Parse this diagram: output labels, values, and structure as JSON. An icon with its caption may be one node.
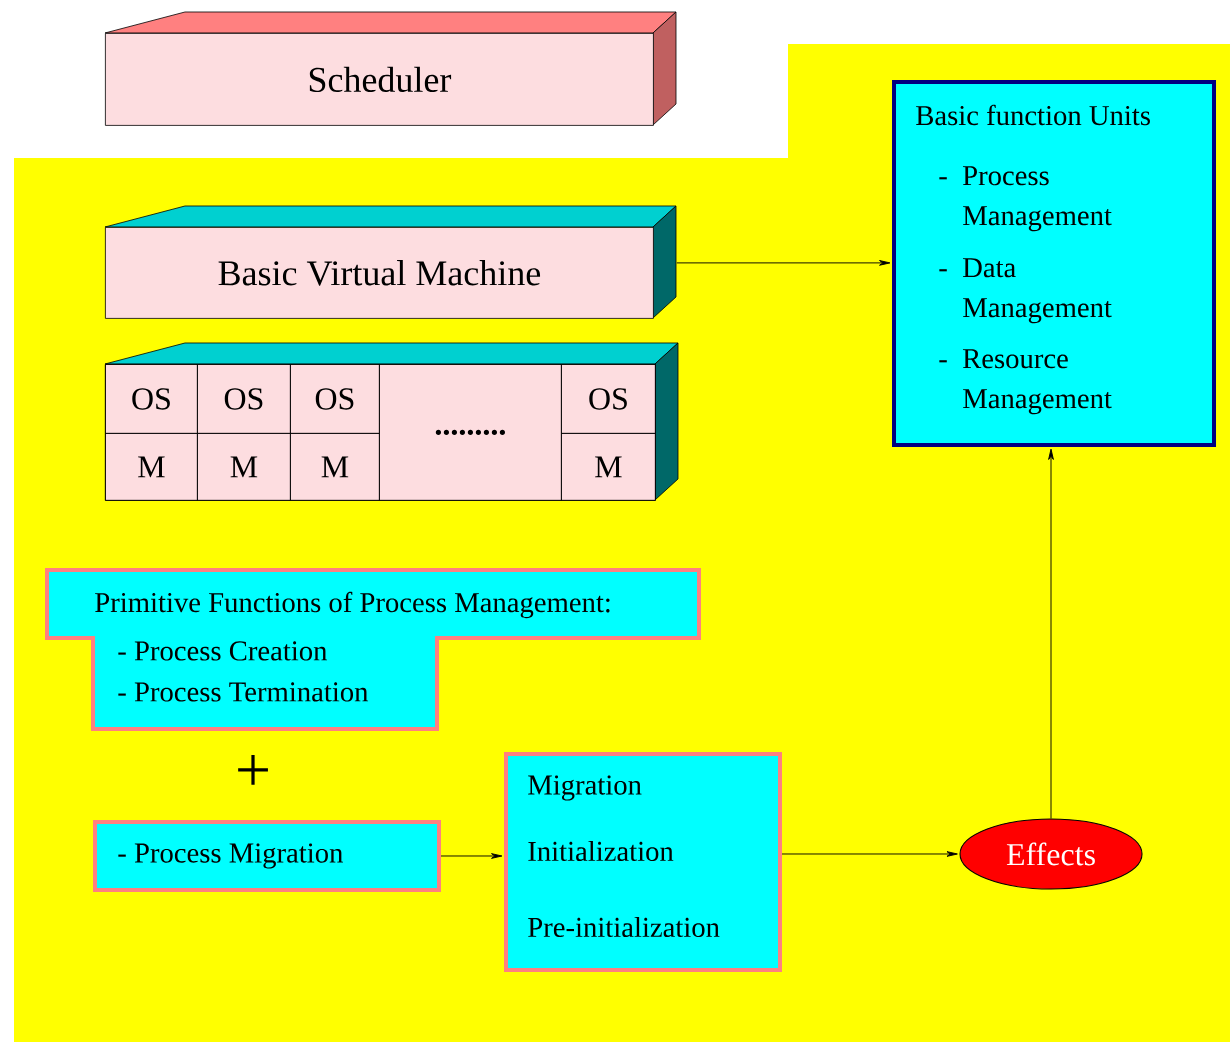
{
  "diagram": {
    "nodes": [
      {
        "text": [
          "Scheduler"
        ]
      },
      {
        "text": [
          "Basic  Virtual  Machine"
        ]
      },
      {
        "text": [],
        "shape": "box"
      },
      {
        "text": [
          "OS"
        ],
        "in": 2
      },
      {
        "text": [
          "OS"
        ],
        "in": 2
      },
      {
        "text": [
          "OS"
        ],
        "in": 2
      },
      {
        "text": [
          "........."
        ],
        "in": 2
      },
      {
        "text": [
          "OS"
        ],
        "in": 2
      },
      {
        "text": [
          "M"
        ],
        "in": 2
      },
      {
        "text": [
          "M"
        ],
        "in": 2
      },
      {
        "text": [
          "M"
        ],
        "in": 2
      },
      {
        "text": [
          "M"
        ],
        "in": 2
      },
      {
        "text": [
          "Primitive Functions of Process Management:",
          "- Process Creation",
          "- Process Termination"
        ]
      },
      {
        "text": [
          "- Process Migration"
        ]
      },
      {
        "text": [
          "Migration",
          "Initialization",
          "Pre-initialization"
        ]
      },
      {
        "text": [
          "Effects"
        ]
      },
      {
        "text": [
          "Basic function Units",
          "- Process Management",
          "- Data Management",
          "- Resource Management"
        ]
      }
    ],
    "edges": [
      {
        "from": 1,
        "to": 16,
        "arrow": "to"
      },
      {
        "from": 13,
        "to": 14,
        "arrow": "to"
      },
      {
        "from": 14,
        "to": 15,
        "arrow": "to"
      },
      {
        "from": 15,
        "to": 16,
        "arrow": "to"
      }
    ],
    "labels": [
      "+"
    ]
  }
}
